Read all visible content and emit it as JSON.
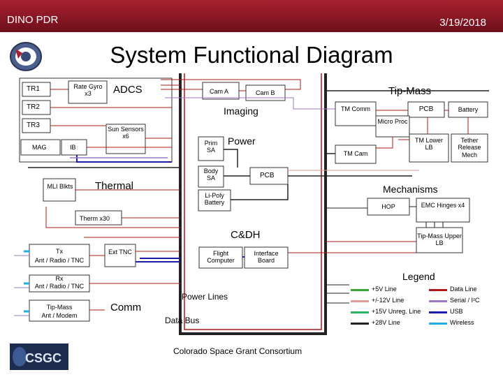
{
  "header": {
    "left_text": "DINO PDR",
    "right_text": "3/19/2018"
  },
  "title": "System Functional Diagram",
  "sections": {
    "adcs": "ADCS",
    "imaging": "Imaging",
    "power": "Power",
    "thermal": "Thermal",
    "cdh": "C&DH",
    "comm": "Comm",
    "tip_mass": "Tip-Mass",
    "mechanisms": "Mechanisms"
  },
  "blocks": {
    "tr1": "TR1",
    "tr2": "TR2",
    "tr3": "TR3",
    "rate_gyro": "Rate Gyro x3",
    "mag": "MAG",
    "ib": "IB",
    "sun_sensors": "Sun Sensors x6",
    "cam_a": "Cam A",
    "cam_b": "Cam B",
    "prim_sa": "Prim SA",
    "body_sa": "Body SA",
    "pcb_power": "PCB",
    "li_poly": "Li-Poly Battery",
    "mli": "MLI Blkts",
    "therm": "Therm x30",
    "tx": "Tx",
    "tx_sub": "Ant / Radio / TNC",
    "rx": "Rx",
    "rx_sub": "Ant / Radio / TNC",
    "tipmass_comm": "Tip-Mass",
    "tipmass_comm_sub": "Ant / Modem",
    "ext_tnc": "Ext TNC",
    "flight_computer": "Flight Computer",
    "interface_board": "Interface Board",
    "tm_comm": "TM Comm",
    "pcb_tm": "PCB",
    "battery": "Battery",
    "micro_proc": "Micro Proc",
    "tm_cam": "TM Cam",
    "tm_lower_lb": "TM Lower LB",
    "tether": "Tether Release Mech",
    "hop": "HOP",
    "emc": "EMC Hinges x4",
    "tipmass_upper": "Tip-Mass Upper LB"
  },
  "bus_labels": {
    "power_lines": "Power Lines",
    "data_bus": "Data Bus"
  },
  "legend": {
    "title": "Legend",
    "items": [
      {
        "label": "+5V Line",
        "color": "#3aa535"
      },
      {
        "label": "+/-12V Line",
        "color": "#e29b9b"
      },
      {
        "label": "+15V Unreg. Line",
        "color": "#28b462"
      },
      {
        "label": "+28V Line",
        "color": "#222222"
      },
      {
        "label": "Data Line",
        "color": "#b01818"
      },
      {
        "label": "Serial / I²C",
        "color": "#9a7bc2"
      },
      {
        "label": "USB",
        "color": "#1c1ca8"
      },
      {
        "label": "Wireless",
        "color": "#22aee3"
      }
    ]
  },
  "footer": "Colorado Space Grant Consortium",
  "logos": {
    "top_left": "mission-patch",
    "bottom_left": "CSGC"
  },
  "colors": {
    "header": "#8b1a28",
    "data": "#b01818",
    "power": "#222222",
    "usb": "#1c1ca8",
    "wireless": "#22aee3"
  }
}
